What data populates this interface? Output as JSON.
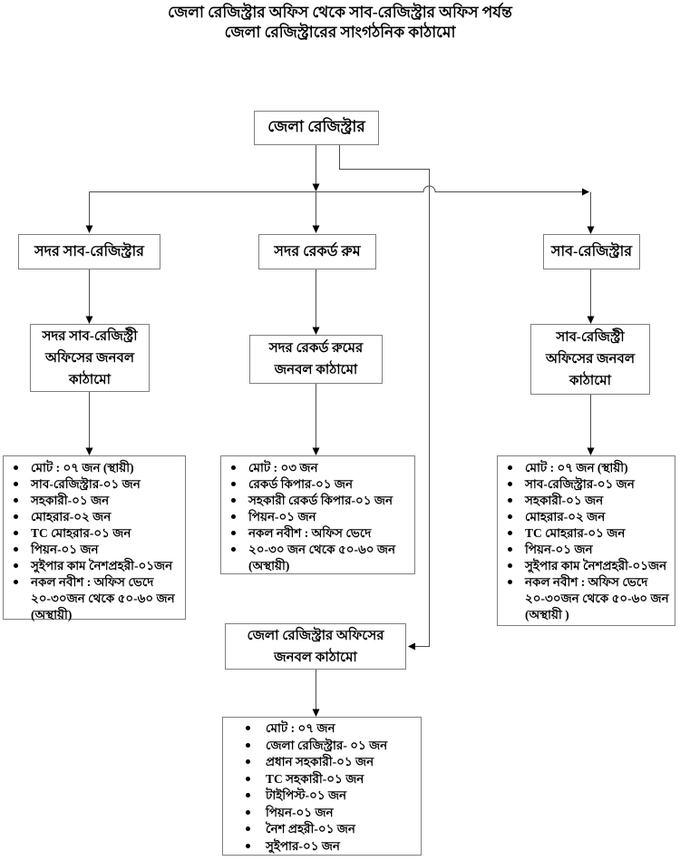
{
  "page_title": {
    "line1": "জেলা রেজিস্ট্রার অফিস থেকে সাব-রেজিস্ট্রার অফিস পর্যন্ত",
    "line2": "জেলা রেজিস্ট্রারের সাংগঠনিক কাঠামো"
  },
  "nodes": {
    "district_registrar": "জেলা রেজিস্ট্রার",
    "sadar_sub_registrar": "সদর সাব-রেজিস্ট্রার",
    "sadar_record_room": "সদর রেকর্ড রুম",
    "sub_registrar": "সাব-রেজিস্ট্রার",
    "sadar_sub_registry_office_staff": "সদর সাব-রেজিস্ট্রী\nঅফিসের জনবল\nকাঠামো",
    "sadar_record_room_staff": "সদর রেকর্ড রুমের\nজনবল কাঠামো",
    "sub_registry_office_staff": "সাব-রেজিস্ট্রী\nঅফিসের জনবল\nকাঠামো",
    "district_registrar_office_staff": "জেলা রেজিস্ট্রার অফিসের\nজনবল কাঠামো"
  },
  "staff_lists": {
    "sadar_sub_registry_office": [
      "মোট : ০৭ জন (স্থায়ী)",
      "সাব-রেজিস্ট্রার-০১ জন",
      "সহকারী-০১ জন",
      "মোহরার-০২ জন",
      "TC মোহরার-০১ জন",
      "পিয়ন-০১ জন",
      "সুইপার কাম নৈশপ্রহরী-০১জন",
      "নকল নবীশ : অফিস ভেদে\n২০-৩০জন থেকে ৫০-৬০ জন\n(অস্থায়ী)"
    ],
    "sadar_record_room": [
      "মোট : ০৩ জন",
      "রেকর্ড কিপার-০১ জন",
      "সহকারী রেকর্ড কিপার-০১ জন",
      "পিয়ন-০১ জন",
      "নকল নবীশ : অফিস ভেদে",
      "২০-৩০ জন থেকে ৫০-৬০ জন\n(অস্থায়ী)"
    ],
    "sub_registry_office": [
      "মোট : ০৭ জন (স্থায়ী)",
      "সাব-রেজিস্ট্রার-০১ জন",
      "সহকারী-০১ জন",
      "মোহরার-০২ জন",
      "TC মোহরার-০১ জন",
      "পিয়ন-০১ জন",
      "সুইপার কাম নৈশপ্রহরী-০১জন",
      "নকল নবীশ : অফিস ভেদে\n২০-৩০জন থেকে ৫০-৬০ জন\n(অস্থায়ী )"
    ],
    "district_registrar_office": [
      "মোট : ০৭ জন",
      "জেলা রেজিস্ট্রার- ০১ জন",
      "প্রধান সহকারী-০১ জন",
      "TC সহকারী-০১ জন",
      "টাইপিস্ট-০১ জন",
      "পিয়ন-০১ জন",
      "নৈশ প্রহরী-০১ জন",
      "সুইপার-০১ জন"
    ]
  },
  "colors": {
    "background": "#ffffff",
    "box_border": "#7f7f7f",
    "connector_line": "#4d4d4d",
    "arrowhead": "#000000",
    "text": "#000000"
  }
}
